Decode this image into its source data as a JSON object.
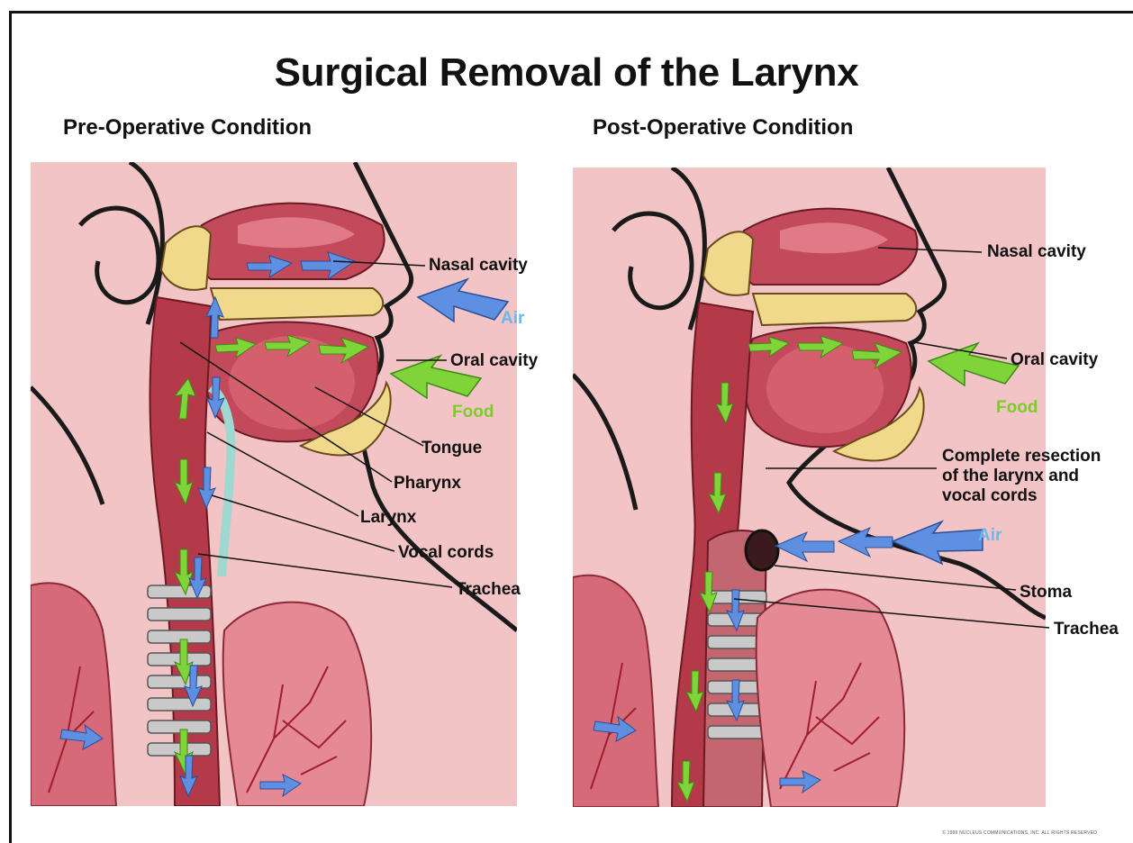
{
  "title": "Surgical Removal of the Larynx",
  "pre": {
    "heading": "Pre-Operative Condition",
    "labels": {
      "nasal_cavity": "Nasal cavity",
      "air": "Air",
      "oral_cavity": "Oral cavity",
      "food": "Food",
      "tongue": "Tongue",
      "pharynx": "Pharynx",
      "larynx": "Larynx",
      "vocal_cords": "Vocal cords",
      "trachea": "Trachea"
    }
  },
  "post": {
    "heading": "Post-Operative Condition",
    "labels": {
      "nasal_cavity": "Nasal cavity",
      "oral_cavity": "Oral cavity",
      "food": "Food",
      "resection_line1": "Complete resection",
      "resection_line2": "of the larynx and",
      "resection_line3": "vocal cords",
      "air": "Air",
      "stoma": "Stoma",
      "trachea": "Trachea"
    }
  },
  "copyright": "© 1999 NUCLEUS COMMUNICATIONS, INC. ALL RIGHTS RESERVED",
  "colors": {
    "skin": "#f3c4c6",
    "tissue": "#c24a5a",
    "air_arrow": "#5f8fe0",
    "food_arrow": "#7fd43a",
    "bone": "#f0d98a"
  }
}
